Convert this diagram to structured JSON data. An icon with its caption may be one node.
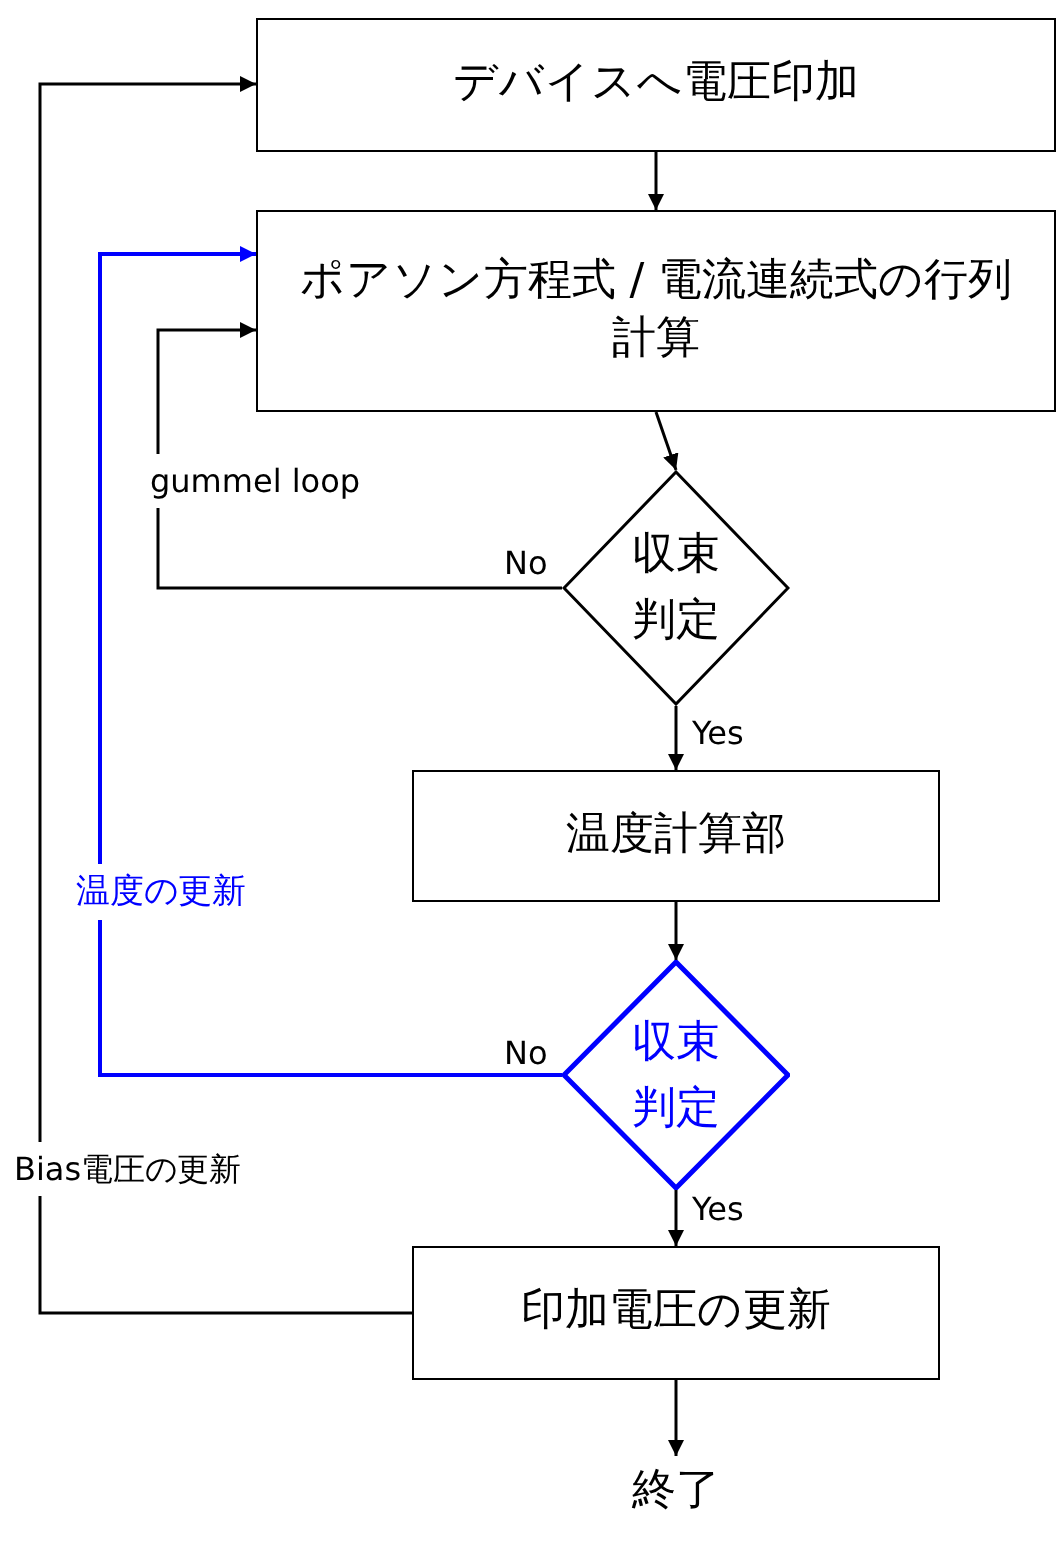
{
  "diagram": {
    "nodes": [
      {
        "text": [
          "デバイスへ電圧印加"
        ]
      },
      {
        "text": [
          "ポアソン方程式 / 電流連続式の行列計算"
        ]
      },
      {
        "text": [
          "収束判定"
        ]
      },
      {
        "text": [
          "温度計算部"
        ]
      },
      {
        "text": [
          "収束判定"
        ]
      },
      {
        "text": [
          "印加電圧の更新"
        ]
      },
      {
        "text": [
          "終了"
        ]
      }
    ],
    "edges": [
      {
        "from": 0,
        "to": 1,
        "arrow": "to"
      },
      {
        "from": 1,
        "to": 2,
        "arrow": "to"
      },
      {
        "from": 2,
        "to": 1,
        "arrow": "to",
        "label": "gummel loop"
      },
      {
        "from": 2,
        "to": 3,
        "arrow": "to",
        "label": "Yes"
      },
      {
        "from": 3,
        "to": 4,
        "arrow": "to"
      },
      {
        "from": 4,
        "to": 1,
        "arrow": "to",
        "label": "温度の更新",
        "color": "#0000ff"
      },
      {
        "from": 4,
        "to": 5,
        "arrow": "to",
        "label": "Yes"
      },
      {
        "from": 5,
        "to": 0,
        "arrow": "to",
        "label": "Bias電圧の更新"
      },
      {
        "from": 5,
        "to": 6,
        "arrow": "to"
      }
    ],
    "labels": [
      "No",
      "No"
    ]
  }
}
